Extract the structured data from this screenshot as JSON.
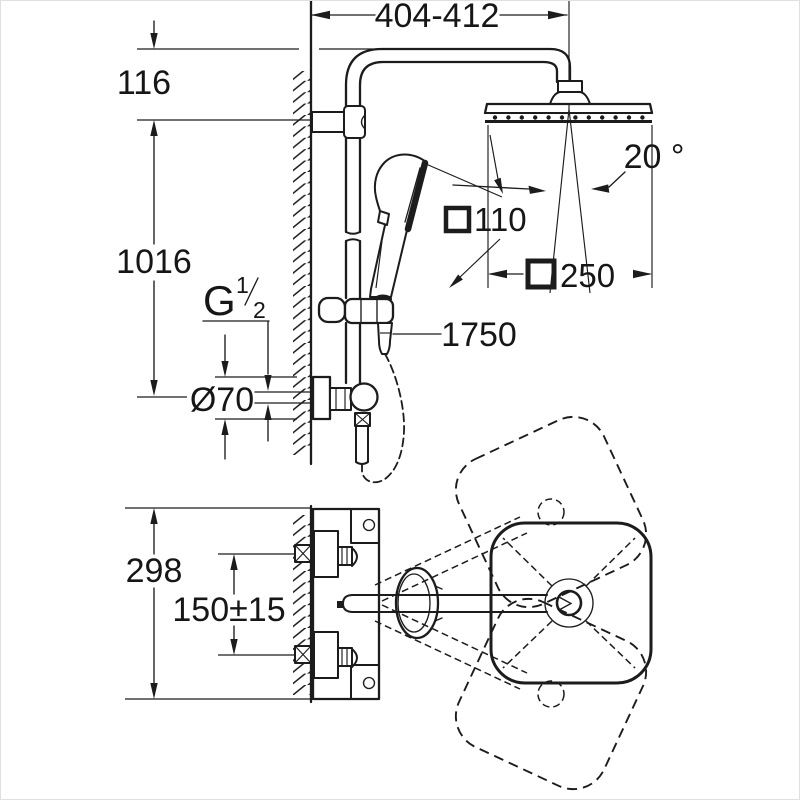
{
  "drawing": {
    "type": "technical-dimension-drawing",
    "subject": "exposed thermostatic shower system with head shower, hand shower and swivel arm",
    "units": "mm",
    "colors": {
      "line": "#1c1c1c",
      "background": "#ffffff"
    },
    "dimensions": {
      "wall_to_head_center": "404-412",
      "arm_top_to_bracket": "116",
      "bracket_to_inlet": "1016",
      "thread": {
        "prefix": "G",
        "numerator": "1",
        "denominator": "2"
      },
      "escutcheon_diameter": "Ø70",
      "head_tilt_angle": "20 °",
      "hand_shower_face": {
        "symbol": "square",
        "value": "110"
      },
      "head_shower_size": {
        "symbol": "square",
        "value": "250"
      },
      "hose_length": "1750",
      "valve_height": "298",
      "inlet_spacing": "150±15"
    }
  }
}
